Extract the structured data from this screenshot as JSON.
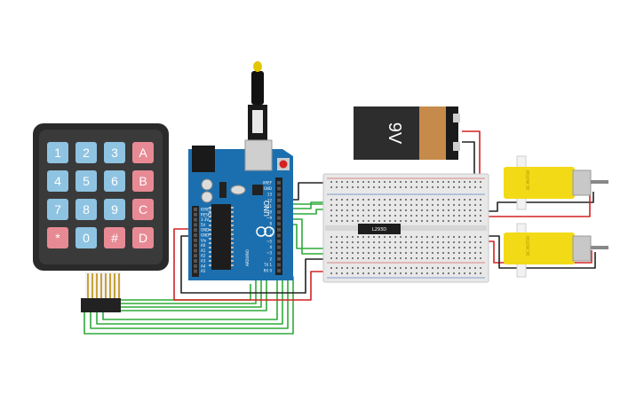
{
  "keypad": {
    "rows": [
      [
        {
          "label": "1",
          "color": "#8fc3e2"
        },
        {
          "label": "2",
          "color": "#8fc3e2"
        },
        {
          "label": "3",
          "color": "#8fc3e2"
        },
        {
          "label": "A",
          "color": "#e88a94"
        }
      ],
      [
        {
          "label": "4",
          "color": "#8fc3e2"
        },
        {
          "label": "5",
          "color": "#8fc3e2"
        },
        {
          "label": "6",
          "color": "#8fc3e2"
        },
        {
          "label": "B",
          "color": "#e88a94"
        }
      ],
      [
        {
          "label": "7",
          "color": "#8fc3e2"
        },
        {
          "label": "8",
          "color": "#8fc3e2"
        },
        {
          "label": "9",
          "color": "#8fc3e2"
        },
        {
          "label": "C",
          "color": "#e88a94"
        }
      ],
      [
        {
          "label": "*",
          "color": "#e88a94"
        },
        {
          "label": "0",
          "color": "#8fc3e2"
        },
        {
          "label": "#",
          "color": "#e88a94"
        },
        {
          "label": "D",
          "color": "#e88a94"
        }
      ]
    ]
  },
  "arduino": {
    "brand": "ARDUINO",
    "model": "UNO",
    "header_labels": [
      "AREF",
      "GND",
      "13",
      "12",
      "~11",
      "~10",
      "~9",
      "8",
      "7",
      "~6",
      "~5",
      "4",
      "~3",
      "2",
      "TX 1",
      "RX 0"
    ],
    "power_labels": [
      "IOREF",
      "RESET",
      "3.3V",
      "5V",
      "GND",
      "GND",
      "Vin"
    ],
    "analog_labels": [
      "A0",
      "A1",
      "A2",
      "A3",
      "A4",
      "A5"
    ]
  },
  "battery": {
    "label": "9V"
  },
  "driver_chip": {
    "label": "L293D"
  },
  "motors": [
    {
      "label": "DC MOTOR"
    },
    {
      "label": "DC MOTOR"
    }
  ],
  "colors": {
    "wire_green": "#2eaa3a",
    "wire_red": "#d42222",
    "wire_black": "#222222",
    "board_blue": "#1c6fae",
    "motor_yellow": "#f2da16",
    "breadboard": "#e8e8e8"
  }
}
